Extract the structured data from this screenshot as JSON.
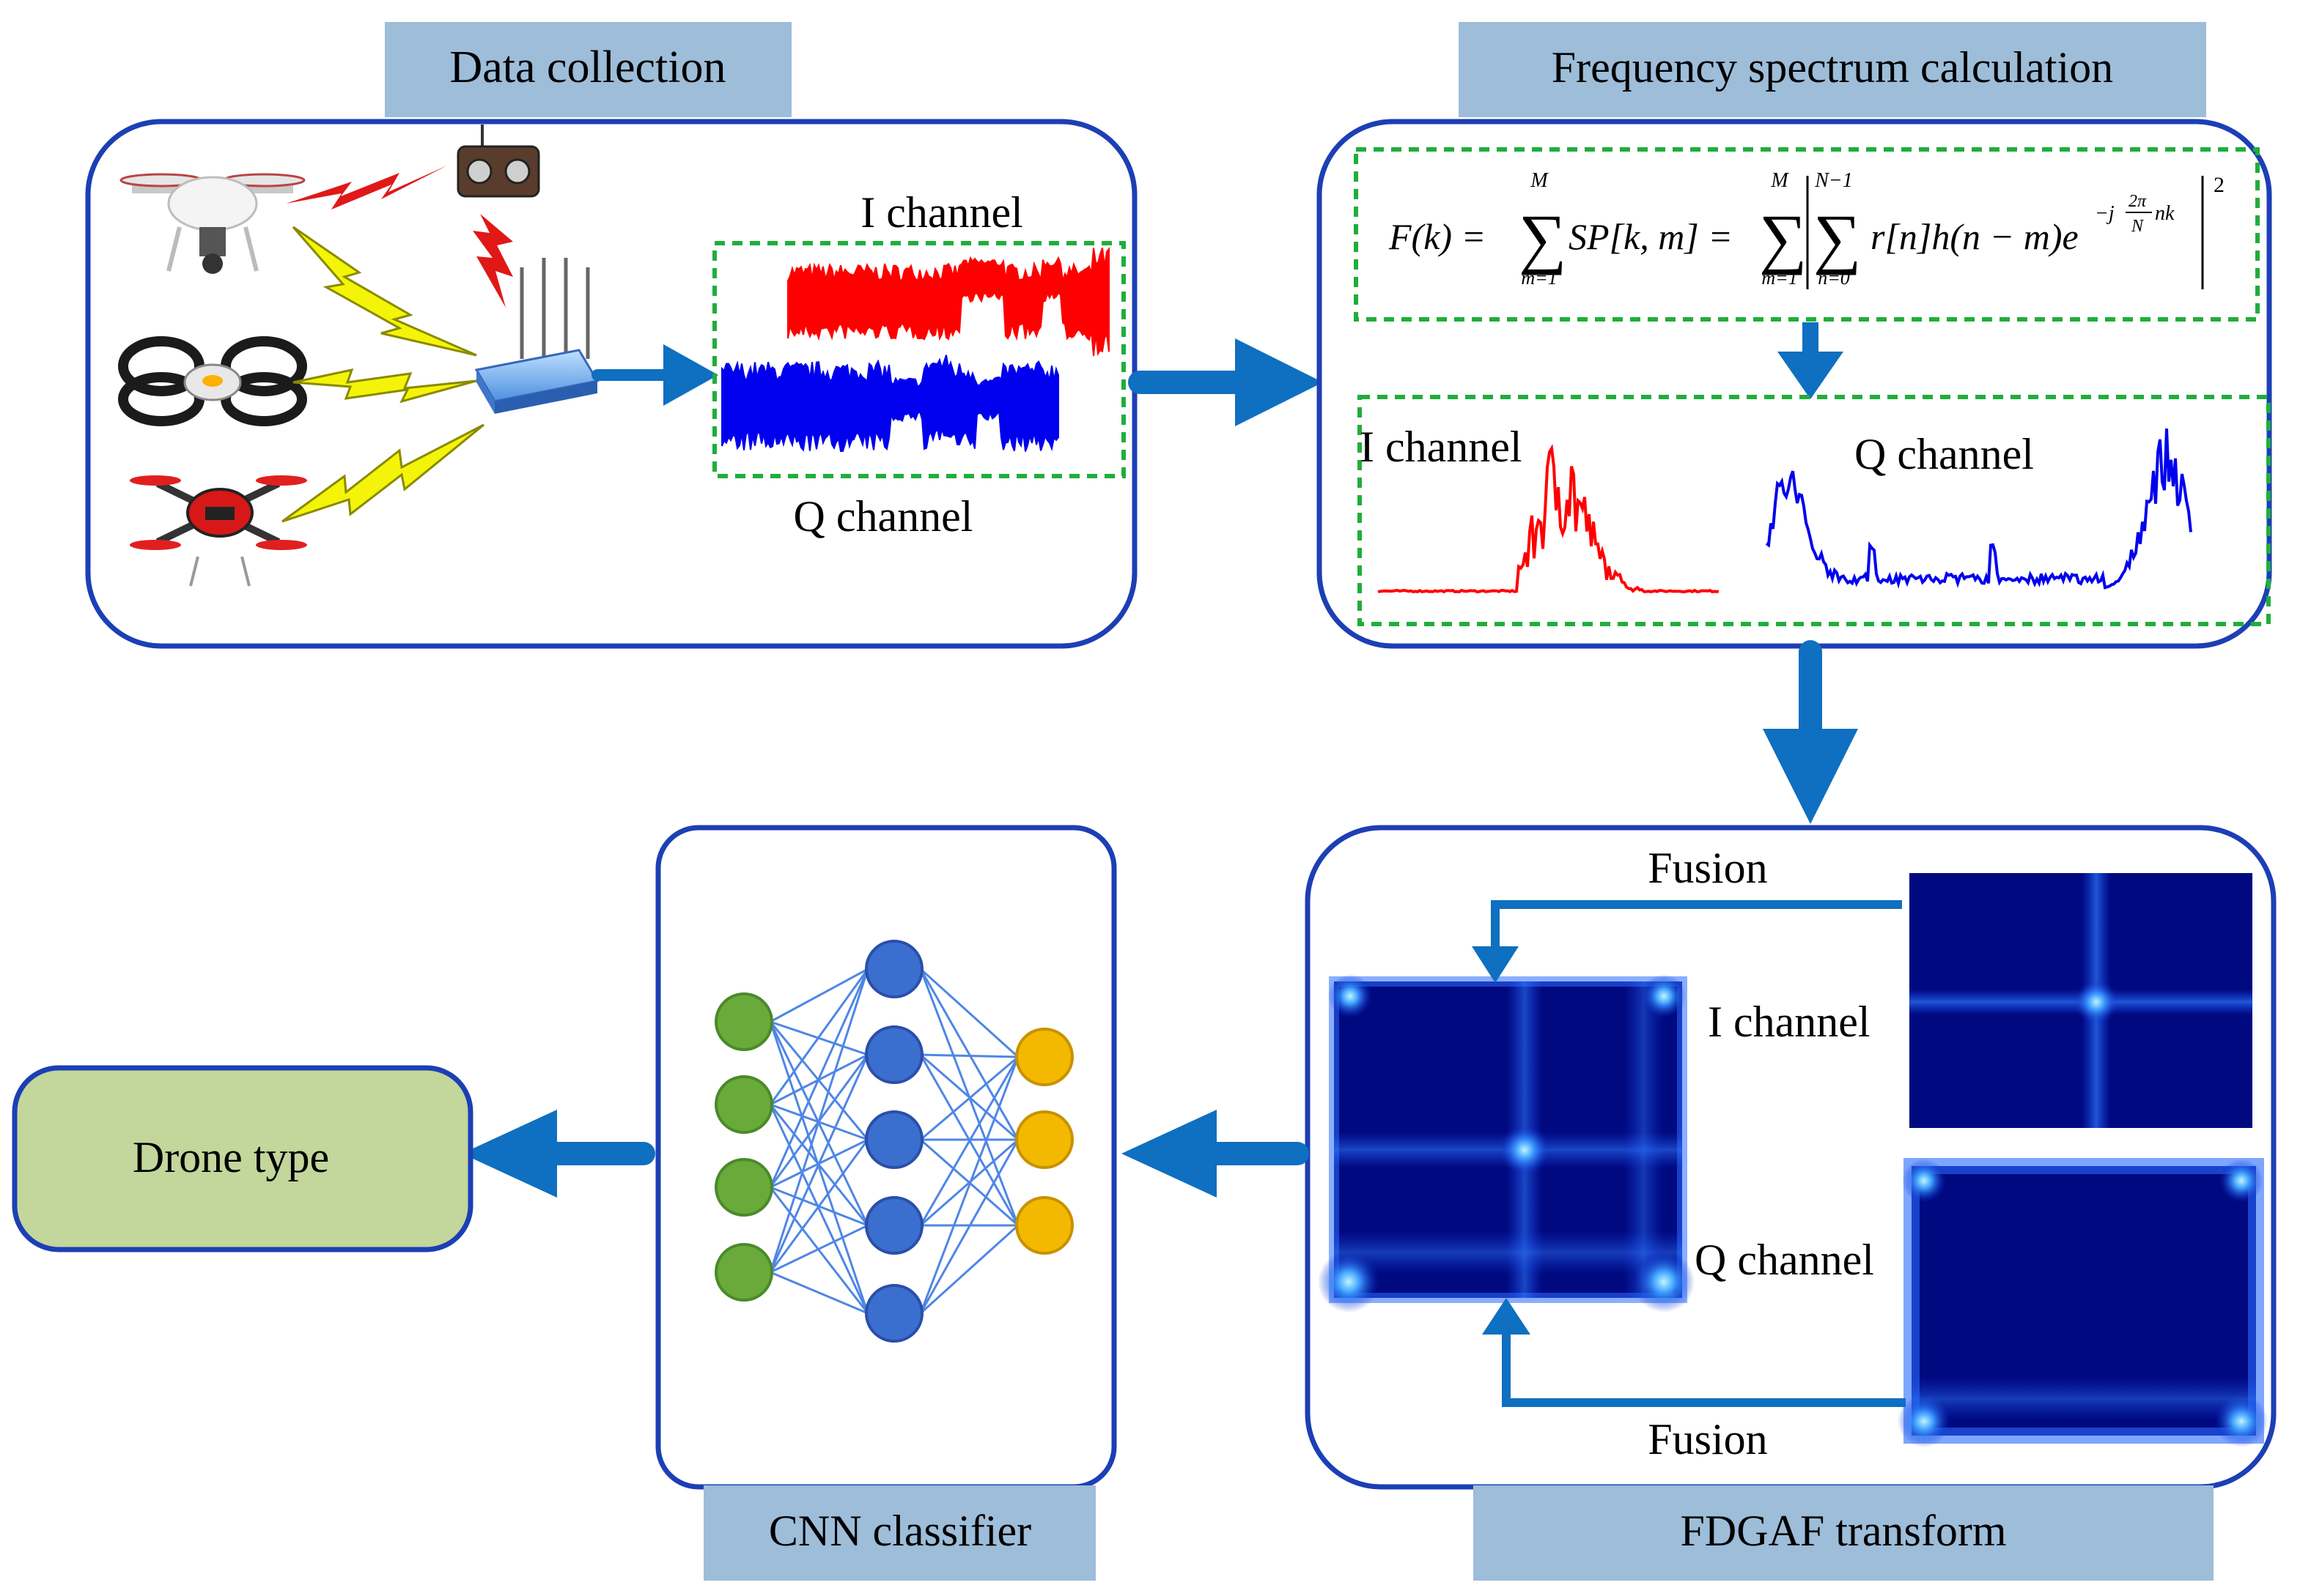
{
  "panels": {
    "data_collection": {
      "title": "Data collection",
      "i_label": "I channel",
      "q_label": "Q channel"
    },
    "spectrum": {
      "title": "Frequency spectrum calculation",
      "i_label": "I channel",
      "q_label": "Q channel",
      "formula": {
        "lhs": "F(k) = ",
        "sum1_top": "M",
        "sum1_bottom": "m=1",
        "sp": "SP[k, m] = ",
        "sum2_top": "M",
        "sum2_bottom": "m=1",
        "sum3_top": "N−1",
        "sum3_bottom": "n=0",
        "inner": "r[n]h(n − m)e",
        "exp": "−j",
        "exp_num": "2π",
        "exp_den": "N",
        "exp_tail": "nk",
        "power": "2"
      }
    },
    "fdgaf": {
      "title": "FDGAF transform",
      "fusion_top": "Fusion",
      "fusion_bottom": "Fusion",
      "i_label": "I channel",
      "q_label": "Q channel"
    },
    "cnn": {
      "title": "CNN classifier"
    },
    "output": {
      "label": "Drone type"
    }
  },
  "colors": {
    "panel_border": "#1c3fb5",
    "arrow": "#0f6fc0",
    "tab_fill": "#9dbdd9",
    "dashed": "#1fae3a",
    "i_signal": "#ff0000",
    "q_signal": "#0000ee",
    "gaf_bg": "#00097f",
    "node_input": "#6aaa3a",
    "node_hidden": "#3a6fd0",
    "node_output": "#f3b800",
    "drone_type_fill": "#c3d69b"
  },
  "icons": [
    "quadcopter-drone-icon",
    "ring-drone-icon",
    "racing-drone-icon",
    "remote-controller-icon",
    "receiver-router-icon",
    "wireless-link-icon"
  ]
}
